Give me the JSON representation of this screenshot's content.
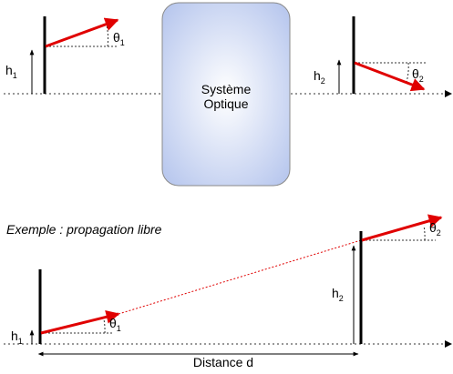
{
  "top": {
    "box_line1": "Système",
    "box_line2": "Optique",
    "h1": {
      "base": "h",
      "sub": "1"
    },
    "theta1": {
      "base": "θ",
      "sub": "1"
    },
    "h2": {
      "base": "h",
      "sub": "2"
    },
    "theta2": {
      "base": "θ",
      "sub": "2"
    }
  },
  "bottom": {
    "example_title": "Exemple : propagation libre",
    "h1": {
      "base": "h",
      "sub": "1"
    },
    "theta1": {
      "base": "θ",
      "sub": "1"
    },
    "h2": {
      "base": "h",
      "sub": "2"
    },
    "theta2": {
      "base": "θ",
      "sub": "2"
    },
    "distance_label": "Distance d"
  },
  "colors": {
    "ray": "#e00000",
    "box_fill": "#c9d5f2",
    "box_stroke": "#8a8a8a",
    "axis": "#333333"
  }
}
